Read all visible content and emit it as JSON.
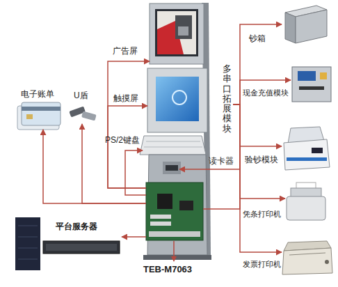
{
  "diagram": {
    "nodes": [
      {
        "text": [
          "广告屏"
        ]
      },
      {
        "text": [
          "触摸屏"
        ]
      },
      {
        "text": [
          "PS/2键盘"
        ]
      },
      {
        "text": [
          "电子账单"
        ]
      },
      {
        "text": [
          "U盾"
        ]
      },
      {
        "text": [
          "读卡器"
        ]
      },
      {
        "text": [
          "平台服务器"
        ]
      },
      {
        "text": [
          "TEB-M7063"
        ]
      },
      {
        "text": [
          "多串口拓展模块"
        ]
      },
      {
        "text": [
          "钞箱"
        ]
      },
      {
        "text": [
          "现金充值模块"
        ]
      },
      {
        "text": [
          "验钞模块"
        ]
      },
      {
        "text": [
          "凭条打印机"
        ]
      },
      {
        "text": [
          "发票打印机"
        ]
      }
    ],
    "edges": [
      {
        "from": 7,
        "to": 0,
        "arrow": "to"
      },
      {
        "from": 7,
        "to": 1,
        "arrow": "to"
      },
      {
        "from": 7,
        "to": 2,
        "arrow": "to"
      },
      {
        "from": 7,
        "to": 3,
        "arrow": "to"
      },
      {
        "from": 7,
        "to": 4,
        "arrow": "to"
      },
      {
        "from": 7,
        "to": 6,
        "arrow": "to"
      },
      {
        "from": 7,
        "to": 8,
        "arrow": "none"
      },
      {
        "from": 8,
        "to": 9,
        "arrow": "to"
      },
      {
        "from": 8,
        "to": 10,
        "arrow": "to"
      },
      {
        "from": 8,
        "to": 11,
        "arrow": "to"
      },
      {
        "from": 8,
        "to": 5,
        "arrow": "to"
      },
      {
        "from": 8,
        "to": 12,
        "arrow": "to"
      },
      {
        "from": 8,
        "to": 13,
        "arrow": "to"
      }
    ]
  }
}
